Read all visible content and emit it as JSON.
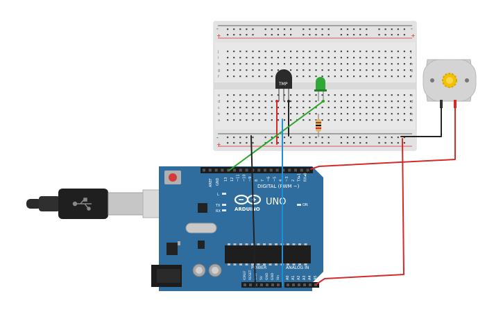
{
  "breadboard": {
    "rows_top": [
      "j",
      "i",
      "h",
      "g",
      "f"
    ],
    "rows_bottom": [
      "e",
      "d",
      "c",
      "b",
      "a"
    ],
    "plus": "+",
    "minus": "-"
  },
  "sensor": {
    "label": "TMP"
  },
  "arduino": {
    "brand": "ARDUINO",
    "model": "UNO",
    "digital_label": "DIGITAL (PWM ~)",
    "power_label": "POWER",
    "analog_label": "ANALOG IN",
    "on_label": "ON",
    "l_label": "L",
    "tx_label": "TX",
    "rx_label": "RX",
    "aref": "AREF",
    "gnd_top": "GND",
    "digital_pins": [
      "13",
      "12",
      "~11",
      "~10",
      "~9",
      "8",
      "7",
      "~6",
      "~5",
      "4",
      "~3",
      "2",
      "TX▸1",
      "RX◂0"
    ],
    "power_pins": [
      "IOREF",
      "RESET",
      "3.3V",
      "5V",
      "GND",
      "GND",
      "Vin"
    ],
    "analog_pins": [
      "A0",
      "A1",
      "A2",
      "A3",
      "A4",
      "A5"
    ]
  },
  "colors": {
    "board": "#2e6d9e",
    "breadboard": "#e8e8e8",
    "wire_red": "#d42a2a",
    "wire_black": "#222222",
    "wire_green": "#2aa42a",
    "wire_blue": "#1e90d8",
    "motor": "#cfcfcf",
    "motor_gear": "#f2c200"
  }
}
